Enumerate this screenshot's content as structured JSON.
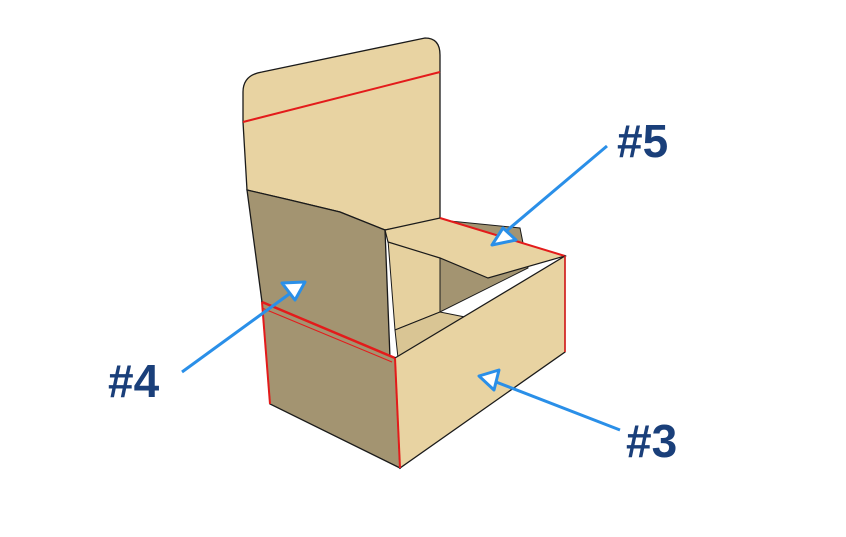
{
  "labels": {
    "five": "#5",
    "four": "#4",
    "three": "#3"
  },
  "colors": {
    "label": "#1a3f7a",
    "arrow": "#2a8fe8",
    "crease": "#e31b1b",
    "panel_light": "#e8d3a2",
    "panel_dark": "#a39471",
    "panel_mid": "#d9c594",
    "outline": "#1a1a1a"
  }
}
